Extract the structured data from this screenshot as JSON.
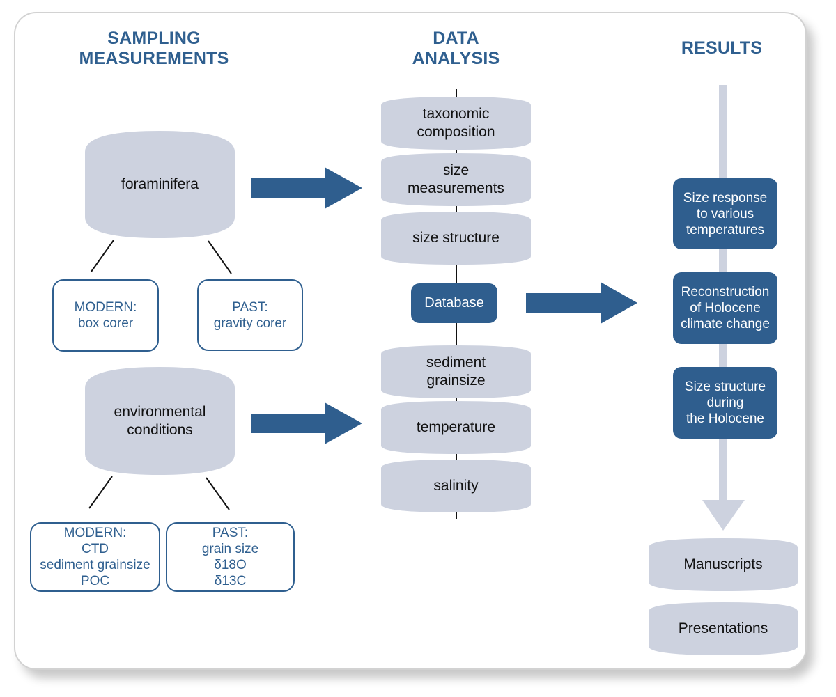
{
  "colors": {
    "accent_blue": "#2f5e8e",
    "header_blue": "#2f5f8f",
    "shape_fill": "#cdd2df",
    "text_dark": "#111111",
    "connector": "#111111",
    "frame_border": "#d2d2d2"
  },
  "columns": {
    "sampling": {
      "title_lines": [
        "SAMPLING",
        "MEASUREMENTS"
      ]
    },
    "analysis": {
      "title_lines": [
        "DATA",
        "ANALYSIS"
      ]
    },
    "results": {
      "title_lines": [
        "RESULTS"
      ]
    }
  },
  "sampling": {
    "foraminifera": {
      "label": "foraminifera",
      "children": [
        {
          "lines": [
            "MODERN:",
            "box corer"
          ]
        },
        {
          "lines": [
            "PAST:",
            "gravity corer"
          ]
        }
      ]
    },
    "environmental": {
      "label_lines": [
        "environmental",
        "conditions"
      ],
      "children": [
        {
          "lines": [
            "MODERN:",
            "CTD",
            "sediment grainsize",
            "POC"
          ]
        },
        {
          "lines": [
            "PAST:",
            "grain size",
            "δ18O",
            "δ13C"
          ]
        }
      ]
    }
  },
  "analysis": {
    "upper_items": [
      {
        "lines": [
          "taxonomic",
          "composition"
        ]
      },
      {
        "lines": [
          "size",
          "measurements"
        ]
      },
      {
        "lines": [
          "size structure"
        ]
      }
    ],
    "database": {
      "label": "Database"
    },
    "lower_items": [
      {
        "lines": [
          "sediment",
          "grainsize"
        ]
      },
      {
        "lines": [
          "temperature"
        ]
      },
      {
        "lines": [
          "salinity"
        ]
      }
    ]
  },
  "results": {
    "findings": [
      {
        "lines": [
          "Size response",
          "to various",
          "temperatures"
        ]
      },
      {
        "lines": [
          "Reconstruction",
          "of Holocene",
          "climate change"
        ]
      },
      {
        "lines": [
          "Size structure",
          "during",
          "the Holocene"
        ]
      }
    ],
    "outputs": [
      {
        "label": "Manuscripts"
      },
      {
        "label": "Presentations"
      }
    ]
  }
}
